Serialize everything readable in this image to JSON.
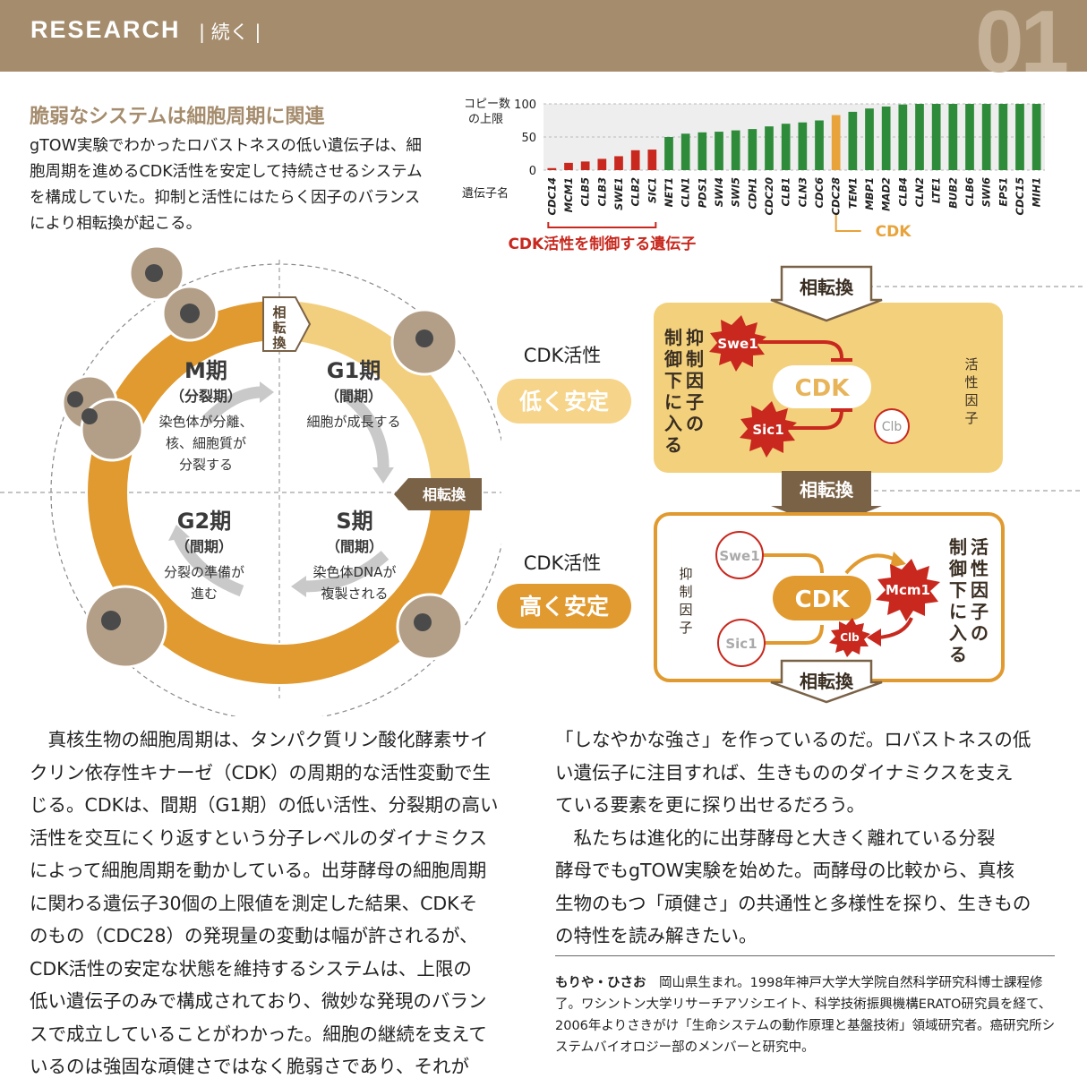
{
  "header": {
    "title": "RESEARCH",
    "subtitle": "| 続く |",
    "number": "01"
  },
  "intro": {
    "title": "脆弱なシステムは細胞周期に関連",
    "text": "gTOW実験でわかったロバストネスの低い遺伝子は、細胞周期を進めるCDK活性を安定して持続させるシステムを構成していた。抑制と活性にはたらく因子のバランスにより相転換が起こる。"
  },
  "chart_data": {
    "type": "bar",
    "ylabel": "コピー数の上限",
    "xlabel": "遺伝子名",
    "ylim": [
      0,
      100
    ],
    "yticks": [
      0,
      50,
      100
    ],
    "categories": [
      "CDC14",
      "MCM1",
      "CLB5",
      "CLB3",
      "SWE1",
      "CLB2",
      "SIC1",
      "NET1",
      "CLN1",
      "PDS1",
      "SWI4",
      "SWI5",
      "CDH1",
      "CDC20",
      "CLB1",
      "CLN3",
      "CDC6",
      "CDC28",
      "TEM1",
      "MBP1",
      "MAD2",
      "CLB4",
      "CLN2",
      "LTE1",
      "BUB2",
      "CLB6",
      "SWI6",
      "EPS1",
      "CDC15",
      "MIH1"
    ],
    "values": [
      3,
      11,
      13,
      17,
      21,
      30,
      31,
      50,
      55,
      57,
      58,
      60,
      62,
      66,
      70,
      72,
      75,
      83,
      88,
      93,
      96,
      99,
      100,
      100,
      100,
      100,
      100,
      100,
      100,
      100
    ],
    "groups": [
      "red",
      "red",
      "red",
      "red",
      "red",
      "red",
      "red",
      "green",
      "green",
      "green",
      "green",
      "green",
      "green",
      "green",
      "green",
      "green",
      "green",
      "orange",
      "green",
      "green",
      "green",
      "green",
      "green",
      "green",
      "green",
      "green",
      "green",
      "green",
      "green",
      "green"
    ],
    "colors": {
      "red": "#c8281e",
      "green": "#2e8b3a",
      "orange": "#e8a33a"
    },
    "annotations": {
      "red_group": "CDK活性を制御する遺伝子",
      "orange": "CDK"
    }
  },
  "cycle": {
    "phases": [
      {
        "name": "M期",
        "sub": "（分裂期）",
        "desc": [
          "染色体が分離、",
          "核、細胞質が",
          "分裂する"
        ]
      },
      {
        "name": "G1期",
        "sub": "（間期）",
        "desc": [
          "細胞が成長する"
        ]
      },
      {
        "name": "G2期",
        "sub": "（間期）",
        "desc": [
          "分裂の準備が",
          "進む"
        ]
      },
      {
        "name": "S期",
        "sub": "（間期）",
        "desc": [
          "染色体DNAが",
          "複製される"
        ]
      }
    ],
    "transition_top": "相転換",
    "transition_right": "相転換"
  },
  "states": {
    "low": {
      "label": "CDK活性",
      "badge": "低く安定"
    },
    "high": {
      "label": "CDK活性",
      "badge": "高く安定"
    },
    "top_transition": "相転換",
    "mid_transition": "相転換",
    "bottom_transition": "相転換",
    "box1": {
      "side_text": "抑制因子の制御下に入る",
      "right_text": "活性因子",
      "cdk": "CDK",
      "swe1": "Swe1",
      "sic1": "Sic1",
      "clb": "Clb"
    },
    "box2": {
      "side_text": "活性因子の制御下に入る",
      "left_text": "抑制因子",
      "cdk": "CDK",
      "swe1": "Swe1",
      "sic1": "Sic1",
      "mcm1": "Mcm1",
      "clb": "Clb"
    }
  },
  "body": {
    "col1": [
      "　真核生物の細胞周期は、タンパク質リン酸化酵素サイ",
      "クリン依存性キナーゼ（CDK）の周期的な活性変動で生",
      "じる。CDKは、間期（G1期）の低い活性、分裂期の高い",
      "活性を交互にくり返すという分子レベルのダイナミクス",
      "によって細胞周期を動かしている。出芽酵母の細胞周期",
      "に関わる遺伝子30個の上限値を測定した結果、CDKそ",
      "のもの（CDC28）の発現量の変動は幅が許されるが、",
      "CDK活性の安定な状態を維持するシステムは、上限の",
      "低い遺伝子のみで構成されており、微妙な発現のバラン",
      "スで成立していることがわかった。細胞の継続を支えて",
      "いるのは強固な頑健さではなく脆弱さであり、それが"
    ],
    "col2": [
      "「しなやかな強さ」を作っているのだ。ロバストネスの低",
      "い遺伝子に注目すれば、生きもののダイナミクスを支え",
      "ている要素を更に探り出せるだろう。",
      "　私たちは進化的に出芽酵母と大きく離れている分裂",
      "酵母でもgTOW実験を始めた。両酵母の比較から、真核",
      "生物のもつ「頑健さ」の共通性と多様性を探り、生きもの",
      "の特性を読み解きたい。"
    ]
  },
  "bio": {
    "name": "もりや・ひさお",
    "text": "岡山県生まれ。1998年神戸大学大学院自然科学研究科博士課程修了。ワシントン大学リサーチアソシエイト、科学技術振興機構ERATO研究員を経て、2006年よりさきがけ「生命システムの動作原理と基盤技術」領域研究者。癌研究所システムバイオロジー部のメンバーと研究中。"
  }
}
